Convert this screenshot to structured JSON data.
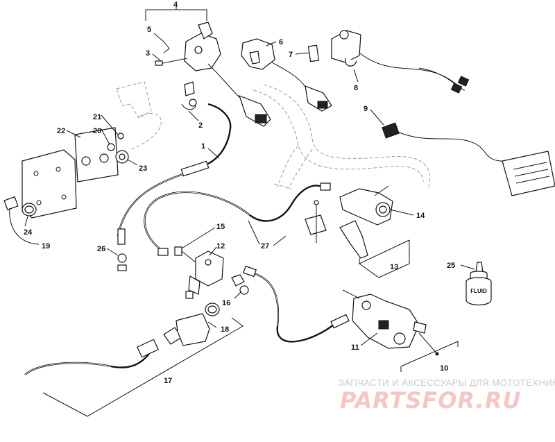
{
  "diagram": {
    "callouts": [
      {
        "id": "c1",
        "label": "1"
      },
      {
        "id": "c2",
        "label": "2"
      },
      {
        "id": "c3",
        "label": "3"
      },
      {
        "id": "c4",
        "label": "4"
      },
      {
        "id": "c5",
        "label": "5"
      },
      {
        "id": "c6",
        "label": "6"
      },
      {
        "id": "c7",
        "label": "7"
      },
      {
        "id": "c8",
        "label": "8"
      },
      {
        "id": "c9",
        "label": "9"
      },
      {
        "id": "c10",
        "label": "10"
      },
      {
        "id": "c11",
        "label": "11"
      },
      {
        "id": "c12",
        "label": "12"
      },
      {
        "id": "c13",
        "label": "13"
      },
      {
        "id": "c14",
        "label": "14"
      },
      {
        "id": "c15",
        "label": "15"
      },
      {
        "id": "c16",
        "label": "16"
      },
      {
        "id": "c17",
        "label": "17"
      },
      {
        "id": "c18",
        "label": "18"
      },
      {
        "id": "c19",
        "label": "19"
      },
      {
        "id": "c20",
        "label": "20"
      },
      {
        "id": "c21",
        "label": "21"
      },
      {
        "id": "c22",
        "label": "22"
      },
      {
        "id": "c23",
        "label": "23"
      },
      {
        "id": "c24",
        "label": "24"
      },
      {
        "id": "c25",
        "label": "25"
      },
      {
        "id": "c26",
        "label": "26"
      },
      {
        "id": "c27",
        "label": "27"
      }
    ],
    "bottle_label": "FLUID"
  },
  "watermark": {
    "tagline": "ЗАПЧАСТИ И АКСЕССУАРЫ ДЛЯ МОТОТЕХНИКИ",
    "logo": "PARTSFOR.RU"
  }
}
